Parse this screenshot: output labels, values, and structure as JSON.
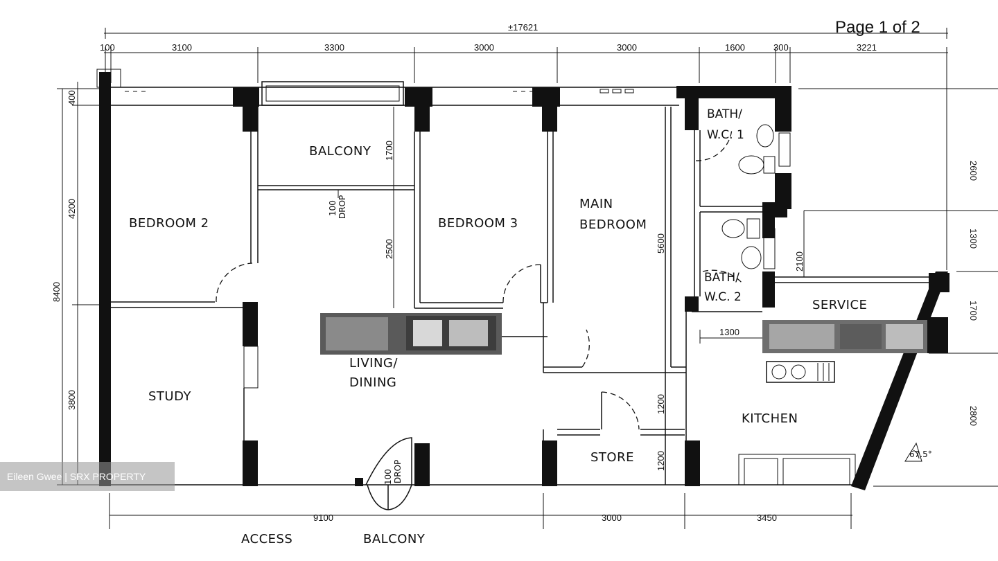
{
  "page_label": "Page 1 of 2",
  "watermark": "Eileen Gwee | SRX PROPERTY",
  "dimensions": {
    "overall": "±17621",
    "top": [
      "100",
      "3100",
      "3300",
      "3000",
      "3000",
      "1600",
      "300",
      "3221"
    ],
    "bottom": [
      "9100",
      "3000",
      "3450"
    ],
    "left": [
      "400",
      "4200",
      "8400",
      "3800"
    ],
    "right": [
      "2600",
      "1300",
      "1700",
      "2800"
    ],
    "interior": {
      "balcony_depth": "1700",
      "living_depth": "2500",
      "main_bedroom_depth": "5600",
      "wc2_width": "2100",
      "service_width": "1300",
      "store_upper": "1200",
      "store_lower": "1200"
    }
  },
  "rooms": {
    "bedroom2": "BEDROOM  2",
    "balcony": "BALCONY",
    "bedroom3": "BEDROOM  3",
    "main_bedroom_line1": "MAIN",
    "main_bedroom_line2": "BEDROOM",
    "bath1_line1": "BATH/",
    "bath1_line2": "W.C.  1",
    "bath2_line1": "BATH/",
    "bath2_line2": "W.C.  2",
    "service": "SERVICE",
    "study": "STUDY",
    "living_line1": "LIVING/",
    "living_line2": "DINING",
    "kitchen": "KITCHEN",
    "store": "STORE"
  },
  "notes": {
    "drop_top_value": "100",
    "drop_top_label": "DROP",
    "drop_bottom_value": "100",
    "drop_bottom_label": "DROP",
    "angle": "67.5°"
  },
  "outside_labels": {
    "access": "ACCESS",
    "balcony": "BALCONY"
  }
}
